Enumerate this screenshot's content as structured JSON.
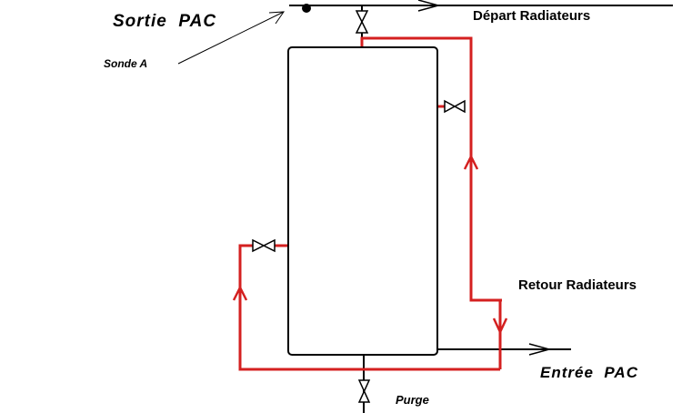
{
  "labels": {
    "sortie_pac": "Sortie  PAC",
    "sonde_a": "Sonde A",
    "depart_radiateurs": "Départ Radiateurs",
    "retour_radiateurs": "Retour Radiateurs",
    "entree_pac": "Entrée  PAC",
    "purge": "Purge"
  },
  "colors": {
    "water_circuit": "#d42020",
    "pipe": "#000000",
    "tank_outline": "#000000",
    "background": "#ffffff"
  },
  "icons": {
    "valve": "butterfly-valve-icon",
    "flow": "arrow-icon",
    "sensor": "sensor-dot-icon"
  }
}
